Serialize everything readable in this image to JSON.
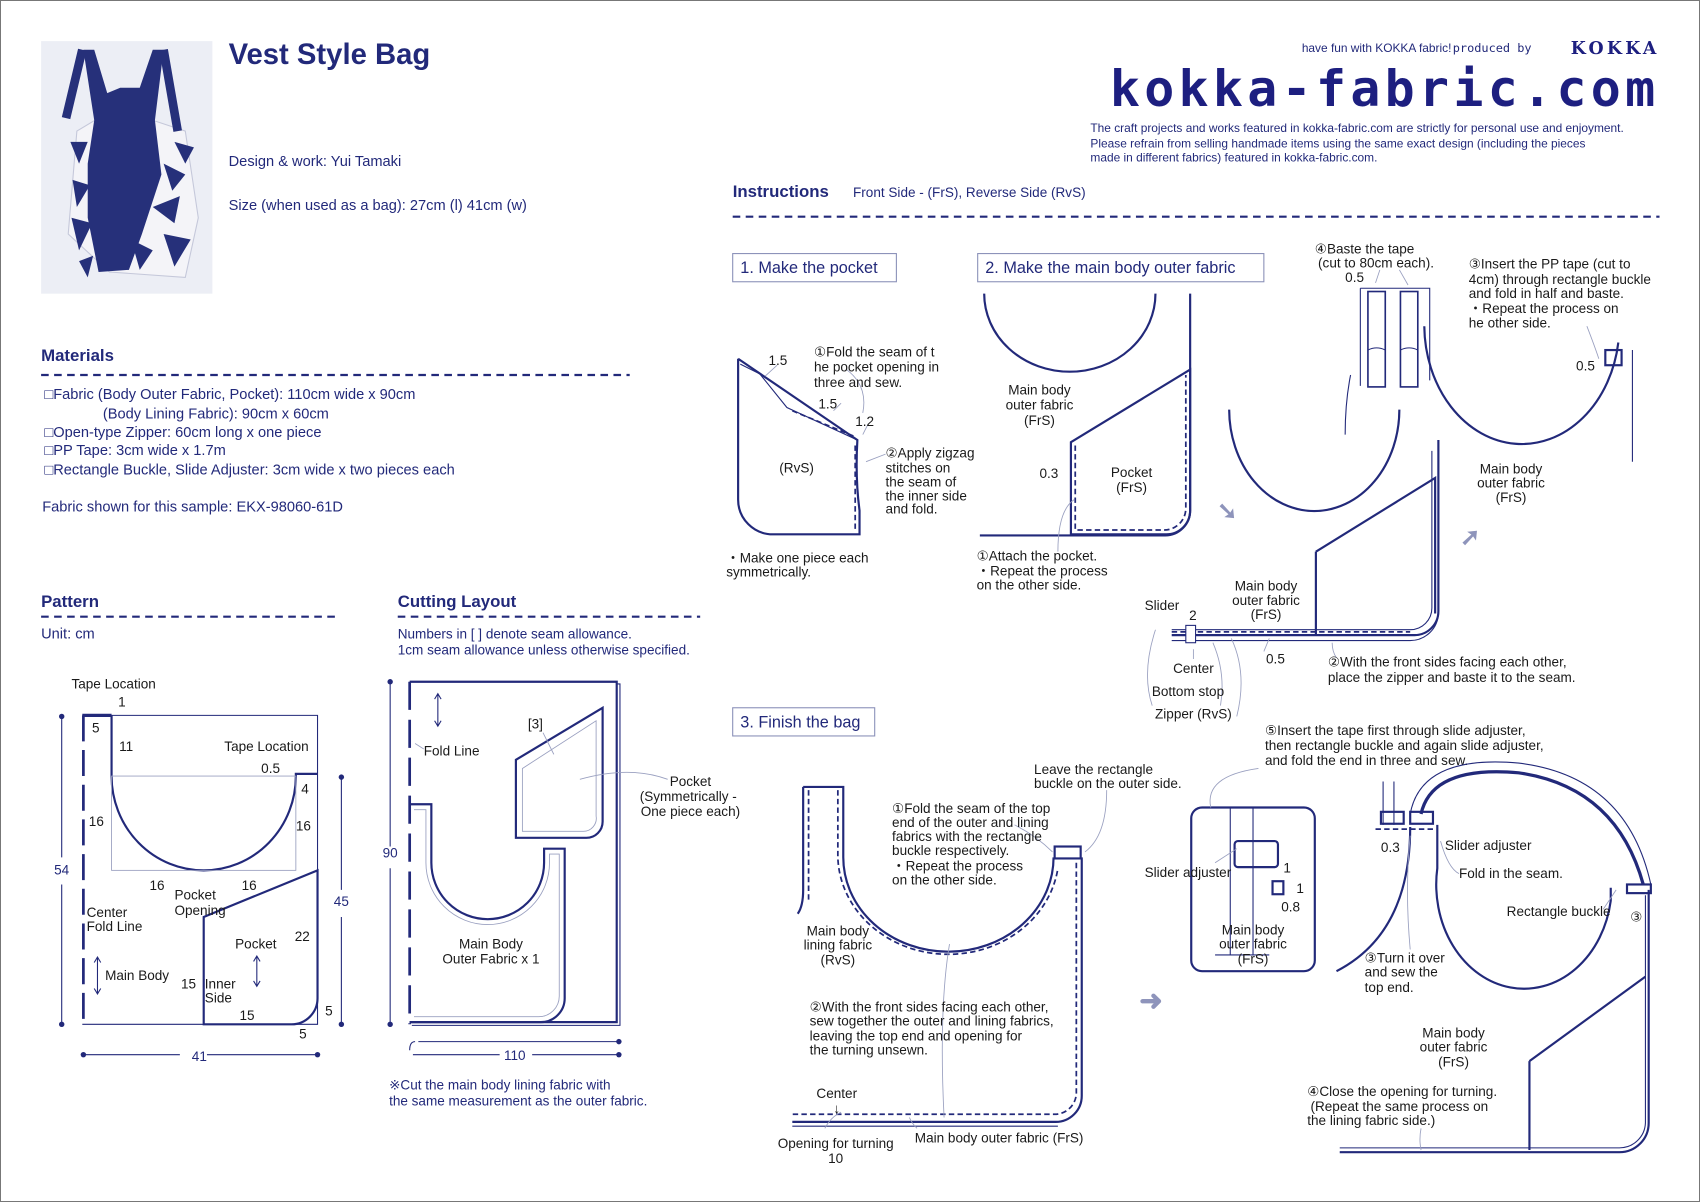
{
  "header": {
    "title": "Vest Style Bag",
    "design": "Design & work: Yui Tamaki",
    "size": "Size (when used as a bag): 27cm (l)  41cm (w)",
    "tagline": "have fun with KOKKA fabric!",
    "produced_by": "produced by",
    "brand": "KOKKA",
    "site_logo": "kokka-fabric.com",
    "disclaimer": [
      "The craft projects and works featured in kokka-fabric.com are strictly for personal use and enjoyment.",
      "Please refrain from selling handmade items using the same exact design (including the pieces",
      "made in different fabrics) featured in kokka-fabric.com."
    ]
  },
  "materials": {
    "heading": "Materials",
    "items": [
      "□Fabric (Body Outer Fabric, Pocket): 110cm wide x 90cm",
      "(Body Lining Fabric): 90cm x 60cm",
      "□Open-type Zipper: 60cm long x one piece",
      "□PP Tape: 3cm wide x 1.7m",
      "□Rectangle Buckle, Slide Adjuster: 3cm wide x two pieces each"
    ],
    "fabric_sample": "Fabric shown for this sample: EKX-98060-61D"
  },
  "pattern": {
    "heading": "Pattern",
    "unit": "Unit: cm",
    "labels": [
      "Tape Location",
      "1",
      "5",
      "11",
      "Tape Location",
      "0.5",
      "4",
      "16",
      "16",
      "16",
      "16",
      "Pocket",
      "Opening",
      "Center",
      "Fold Line",
      "Pocket",
      "22",
      "Main Body",
      "15",
      "Inner",
      "Side",
      "15",
      "5",
      "5",
      "54",
      "45",
      "41"
    ]
  },
  "cutting": {
    "heading": "Cutting Layout",
    "notes": [
      "Numbers in [      ] denote seam allowance.",
      "1cm seam allowance unless otherwise specified."
    ],
    "labels": [
      "Fold Line",
      "[3]",
      "Pocket",
      "(Symmetrically -",
      "One piece each)",
      "Main Body",
      "Outer Fabric x 1",
      "90",
      "110"
    ],
    "footnote": [
      "※Cut the main body lining fabric with",
      "the same measurement as the outer fabric."
    ]
  },
  "instructions": {
    "heading": "Instructions",
    "legend": "Front Side - (FrS), Reverse Side (RvS)",
    "step1": {
      "title": "1. Make the pocket",
      "labels": [
        "1.5",
        "①Fold the seam of t",
        "he pocket opening in",
        "three and sew.",
        "1.5",
        "1.2",
        "(RvS)",
        "②Apply zigzag",
        "stitches on",
        "the seam of",
        "the inner side",
        "and fold.",
        "・Make one piece each",
        "symmetrically."
      ]
    },
    "step2": {
      "title": "2. Make the main body outer fabric",
      "labels": [
        "Main body",
        "outer fabric",
        "(FrS)",
        "0.3",
        "Pocket",
        "(FrS)",
        "①Attach the pocket.",
        "・Repeat the process",
        "on the other side.",
        "Main body",
        "outer fabric",
        "(FrS)",
        "Slider",
        "2",
        "Center",
        "Bottom stop",
        "Zipper (RvS)",
        "0.5",
        "②With the front sides facing each other,",
        "place the zipper and baste it to the seam.",
        "④Baste the tape",
        "(cut to 80cm each).",
        "0.5",
        "③Insert the PP tape (cut to",
        "4cm) through rectangle buckle",
        "and fold in half and baste.",
        "・Repeat the process on",
        "he other side.",
        "0.5",
        "Main body",
        "outer fabric",
        "(FrS)"
      ]
    },
    "step3": {
      "title": "3. Finish the bag",
      "labels": [
        "Leave the rectangle",
        "buckle on the outer side.",
        "①Fold the seam of the top",
        "end of the outer and lining",
        "fabrics with the rectangle",
        "buckle respectively.",
        "・Repeat the process",
        "on the other side.",
        "Main body",
        "lining fabric",
        "(RvS)",
        "②With the front sides facing each other,",
        "sew together the outer and lining fabrics,",
        "leaving the top end and opening for",
        "the turning unsewn.",
        "Center",
        "↓",
        "Opening for turning",
        "10",
        "Main body outer fabric (FrS)",
        "⑤Insert the tape first through slide adjuster,",
        "then rectangle buckle and again slide adjuster,",
        "and fold the end in three and sew.",
        "Slider adjuster",
        "1",
        "1",
        "0.8",
        "Main body",
        "outer fabric",
        "(FrS)",
        "0.3",
        "Slider adjuster",
        "Fold in the seam.",
        "Rectangle buckle",
        "③",
        "③Turn it over",
        "and sew the",
        "top end.",
        "Main body",
        "outer fabric",
        "(FrS)",
        "④Close the opening for turning.",
        "(Repeat the same process on",
        "the lining fabric side.)"
      ]
    }
  },
  "colors": {
    "navy": "#22297a",
    "arrow": "#8e94bb"
  }
}
